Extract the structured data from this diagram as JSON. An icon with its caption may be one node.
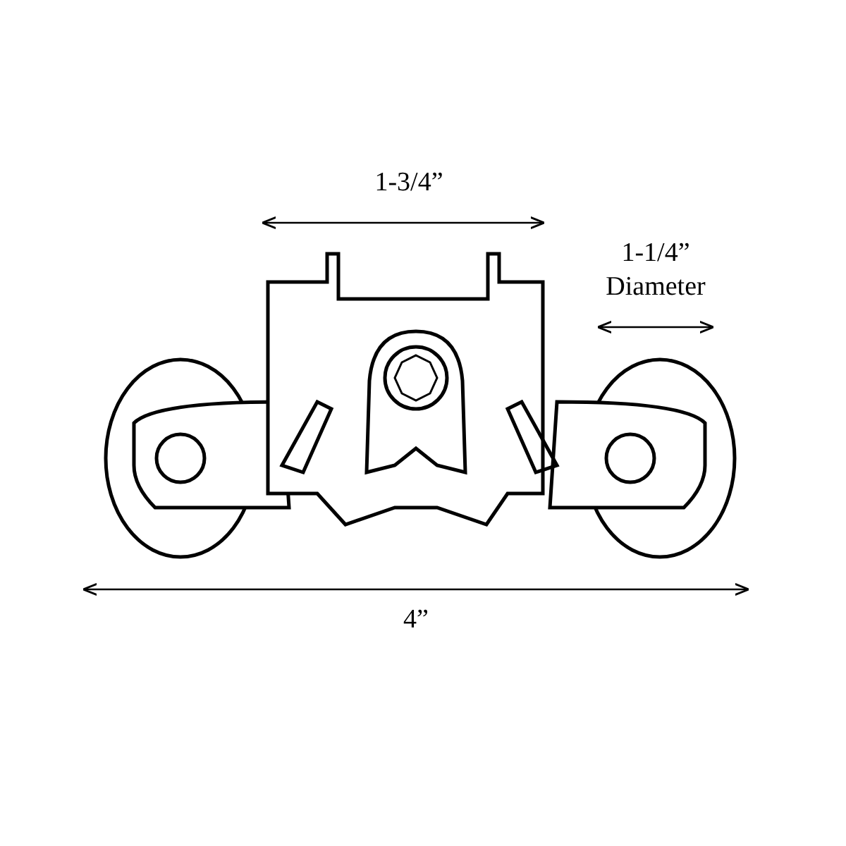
{
  "diagram": {
    "labels": [
      "1-3/4”",
      "1-1/4” Diameter",
      "4”"
    ]
  }
}
